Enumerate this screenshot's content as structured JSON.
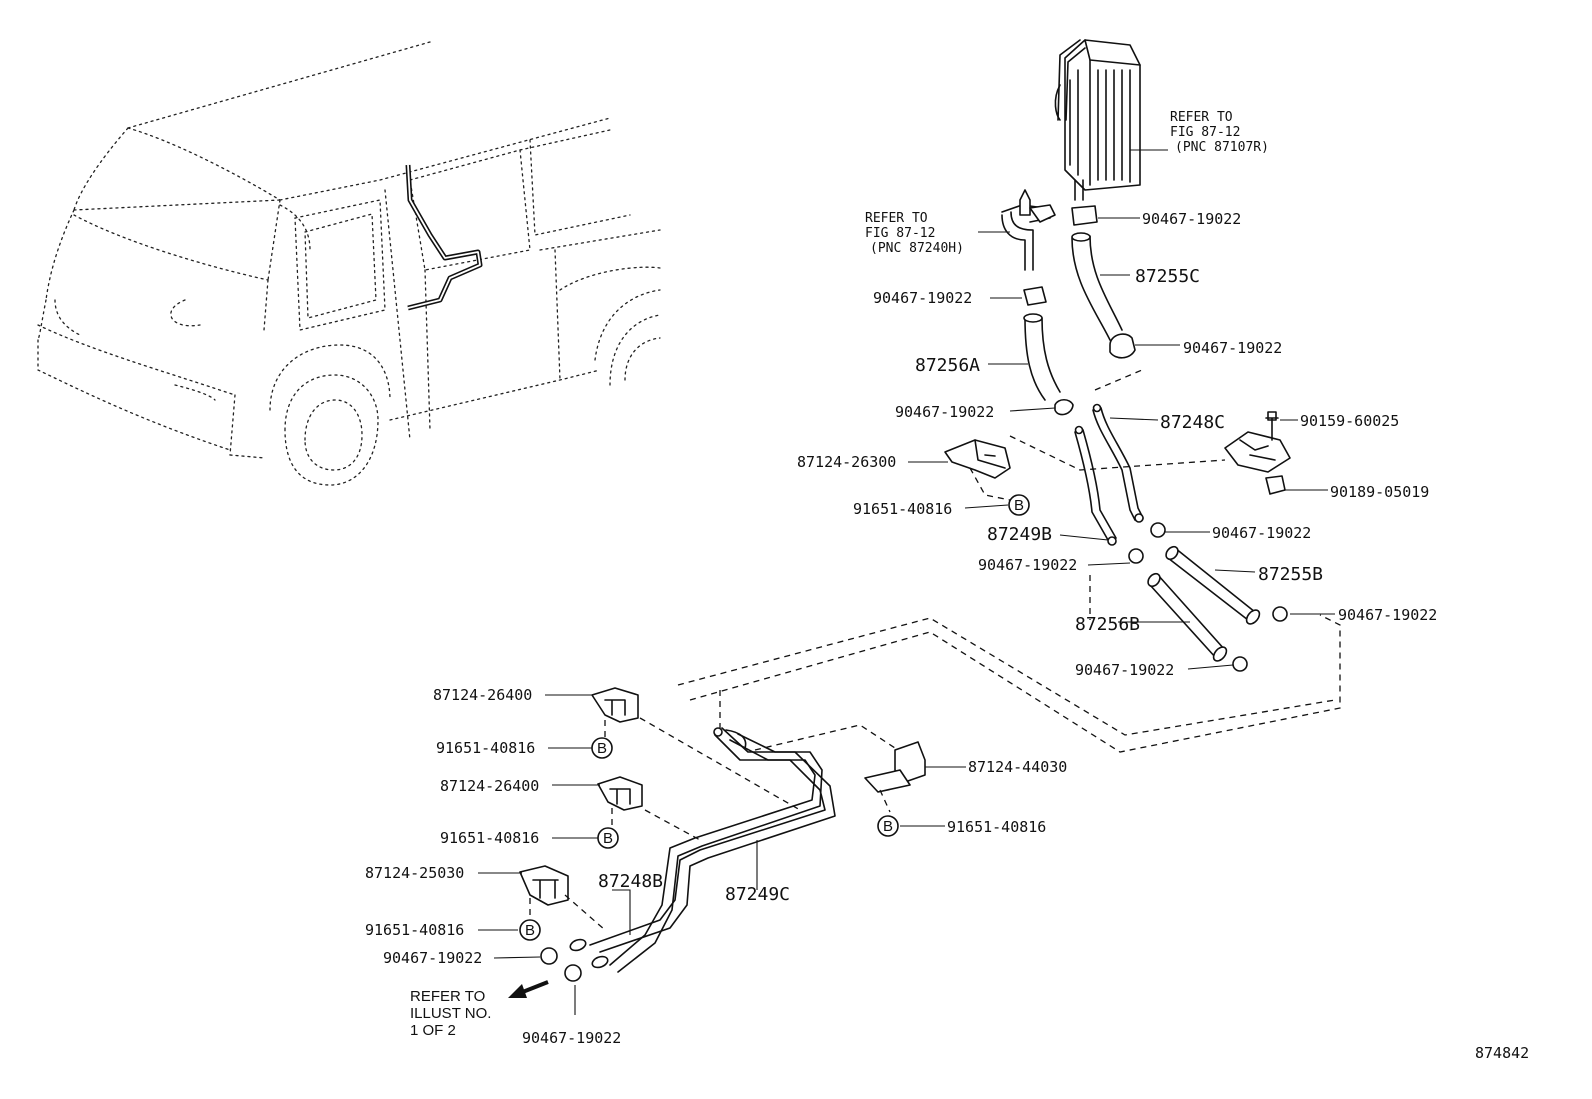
{
  "figure_number": "874842",
  "callouts": {
    "refer_tank": [
      "REFER TO",
      "FIG 87-12",
      "(PNC 87107R)"
    ],
    "refer_valve": [
      "REFER TO",
      "FIG 87-12",
      "(PNC 87240H)"
    ],
    "refer_illust": [
      "REFER TO",
      "ILLUST NO.",
      "1 OF 2"
    ]
  },
  "parts": {
    "clamp_tank": "90467-19022",
    "clamp_valve": "90467-19022",
    "clamp_hose_c": "90467-19022",
    "clamp_hose_a": "90467-19022",
    "clamp_mid_right": "90467-19022",
    "clamp_mid_left": "90467-19022",
    "clamp_far_right": "90467-19022",
    "clamp_bottom_center": "90467-19022",
    "clamp_front_a": "90467-19022",
    "clamp_front_b": "90467-19022",
    "hose_87255C": "87255C",
    "hose_87256A": "87256A",
    "pipe_87248C": "87248C",
    "pipe_87249B": "87249B",
    "hose_87255B": "87255B",
    "hose_87256B": "87256B",
    "pipe_87248B": "87248B",
    "pipe_87249C": "87249C",
    "bolt": "90159-60025",
    "clip": "90189-05019",
    "clamp_87124_26300": "87124-26300",
    "clamp_87124_26400_a": "87124-26400",
    "clamp_87124_26400_b": "87124-26400",
    "clamp_87124_25030": "87124-25030",
    "clamp_87124_44030": "87124-44030",
    "bolt_91651_a": "91651-40816",
    "bolt_91651_b": "91651-40816",
    "bolt_91651_c": "91651-40816",
    "bolt_91651_d": "91651-40816",
    "bolt_91651_e": "91651-40816"
  },
  "symbol_b": "B"
}
